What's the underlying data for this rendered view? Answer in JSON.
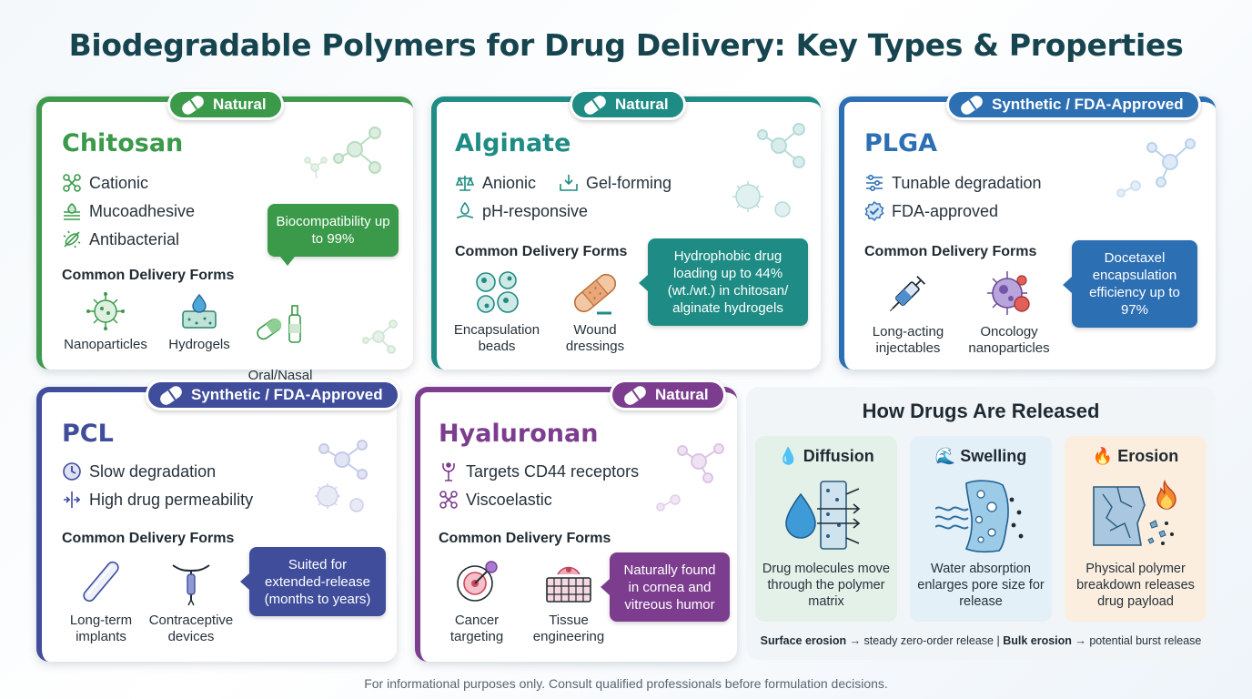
{
  "title": "Biodegradable Polymers for Drug Delivery: Key Types & Properties",
  "common_forms_label": "Common Delivery Forms",
  "cards": {
    "chitosan": {
      "badge": "Natural",
      "title": "Chitosan",
      "props": [
        "Cationic",
        "Mucoadhesive",
        "Antibacterial"
      ],
      "forms": [
        "Nanoparticles",
        "Hydrogels",
        "Oral/Nasal\nDelivery"
      ],
      "callout": "Biocompatibility up to 99%"
    },
    "alginate": {
      "badge": "Natural",
      "title": "Alginate",
      "props": [
        "Anionic",
        "Gel-forming",
        "pH-responsive"
      ],
      "forms": [
        "Encapsulation beads",
        "Wound dressings"
      ],
      "callout": "Hydrophobic drug loading up to 44% (wt./wt.) in chitosan/ alginate hydrogels"
    },
    "plga": {
      "badge": "Synthetic / FDA-Approved",
      "title": "PLGA",
      "props": [
        "Tunable degradation",
        "FDA-approved"
      ],
      "forms": [
        "Long-acting injectables",
        "Oncology nanoparticles"
      ],
      "callout": "Docetaxel encapsulation efficiency up to 97%"
    },
    "pcl": {
      "badge": "Synthetic / FDA-Approved",
      "title": "PCL",
      "props": [
        "Slow degradation",
        "High drug permeability"
      ],
      "forms": [
        "Long-term implants",
        "Contraceptive devices"
      ],
      "callout": "Suited for extended-release (months to years)"
    },
    "hyaluronan": {
      "badge": "Natural",
      "title": "Hyaluronan",
      "props": [
        "Targets CD44 receptors",
        "Viscoelastic"
      ],
      "forms": [
        "Cancer targeting",
        "Tissue engineering"
      ],
      "callout": "Naturally found in cornea and vitreous humor"
    }
  },
  "release": {
    "title": "How Drugs Are Released",
    "mechanisms": [
      {
        "name": "Diffusion",
        "desc": "Drug molecules move through the polymer matrix",
        "icon": "droplet-icon"
      },
      {
        "name": "Swelling",
        "desc": "Water absorption enlarges pore size for release",
        "icon": "wave-icon"
      },
      {
        "name": "Erosion",
        "desc": "Physical polymer breakdown releases drug payload",
        "icon": "fire-icon"
      }
    ],
    "note_surface": "Surface erosion",
    "note_surface_text": " → steady zero-order release | ",
    "note_bulk": "Bulk erosion",
    "note_bulk_text": " → potential burst release"
  },
  "footer": "For informational purposes only. Consult qualified professionals before formulation decisions.",
  "colors": {
    "green": "#3b9a4a",
    "teal": "#1e8c84",
    "blue": "#2d6fb3",
    "indigo": "#3f4d9b",
    "purple": "#7c3d8f",
    "title": "#17454f"
  }
}
